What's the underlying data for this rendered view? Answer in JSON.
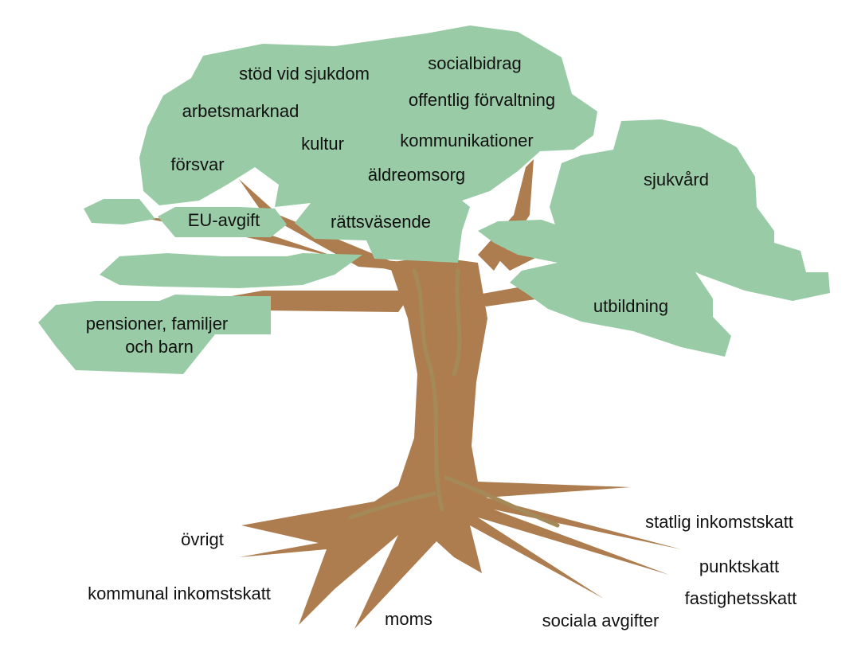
{
  "colors": {
    "background": "#ffffff",
    "foliage": "#99cca6",
    "wood": "#ad7d4f",
    "wood_dark": "#96683c",
    "text": "#111111"
  },
  "canopy_labels": {
    "stod_vid_sjukdom": "stöd vid sjukdom",
    "socialbidrag": "socialbidrag",
    "arbetsmarknad": "arbetsmarknad",
    "offentlig_forvaltning": "offentlig förvaltning",
    "kultur": "kultur",
    "kommunikationer": "kommunikationer",
    "forsvar": "försvar",
    "aldreomsorg": "äldreomsorg",
    "sjukvard": "sjukvård",
    "eu_avgift": "EU-avgift",
    "rattsvasende": "rättsväsende",
    "pensioner_line1": "pensioner, familjer",
    "pensioner_line2": "och barn",
    "utbildning": "utbildning"
  },
  "root_labels": {
    "ovrigt": "övrigt",
    "kommunal_inkomstskatt": "kommunal inkomstskatt",
    "moms": "moms",
    "sociala_avgifter": "sociala avgifter",
    "statlig_inkomstskatt": "statlig inkomstskatt",
    "punktskatt": "punktskatt",
    "fastighetsskatt": "fastighetsskatt"
  }
}
